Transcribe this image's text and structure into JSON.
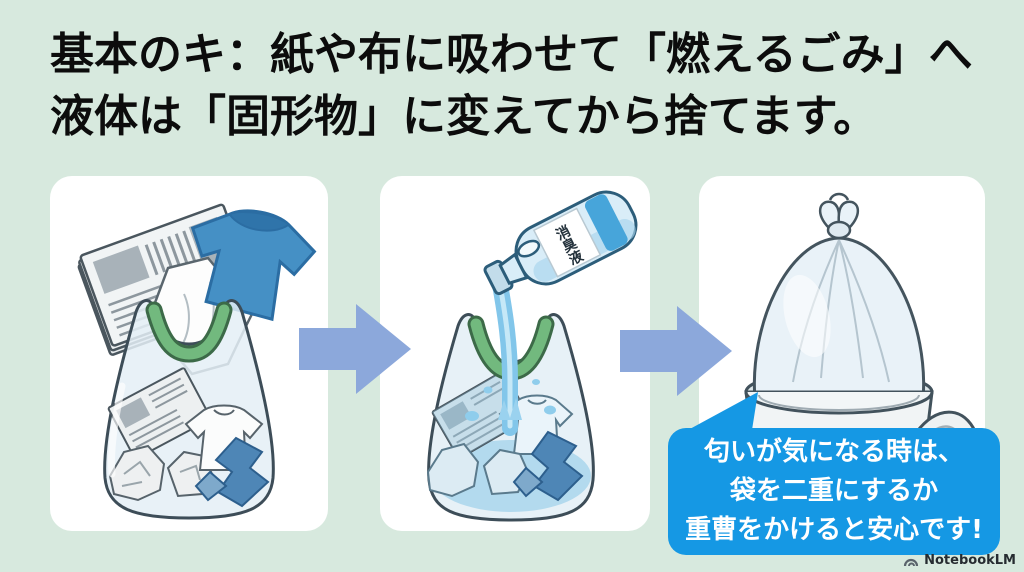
{
  "title": {
    "line1": "基本のキ：紙や布に吸わせて「燃えるごみ」へ",
    "line2": "液体は「固形物」に変えてから捨てます。"
  },
  "steps": [
    {
      "id": 1,
      "illustration": "plastic-bag-filled-with-newspaper-cloth-and-shirt"
    },
    {
      "id": 2,
      "illustration": "bottle-pouring-liquid-into-bag",
      "bottle_label": "消臭液"
    },
    {
      "id": 3,
      "illustration": "tied-bag-inside-trash-can-with-lid"
    }
  ],
  "speech_bubble": {
    "line1": "匂いが気になる時は、",
    "line2": "袋を二重にするか",
    "line3": "重曹をかけると安心です!"
  },
  "watermark": {
    "label": "NotebookLM"
  },
  "colors": {
    "background": "#d7e9de",
    "panel": "#ffffff",
    "arrow": "#8ca8db",
    "bubble_bg": "#1598e4",
    "bubble_text": "#ffffff",
    "title_text": "#0c0c0c",
    "bag_green_rim": "#72b97e",
    "shirt_blue": "#4590c5",
    "liquid_blue": "#82c6ea"
  }
}
